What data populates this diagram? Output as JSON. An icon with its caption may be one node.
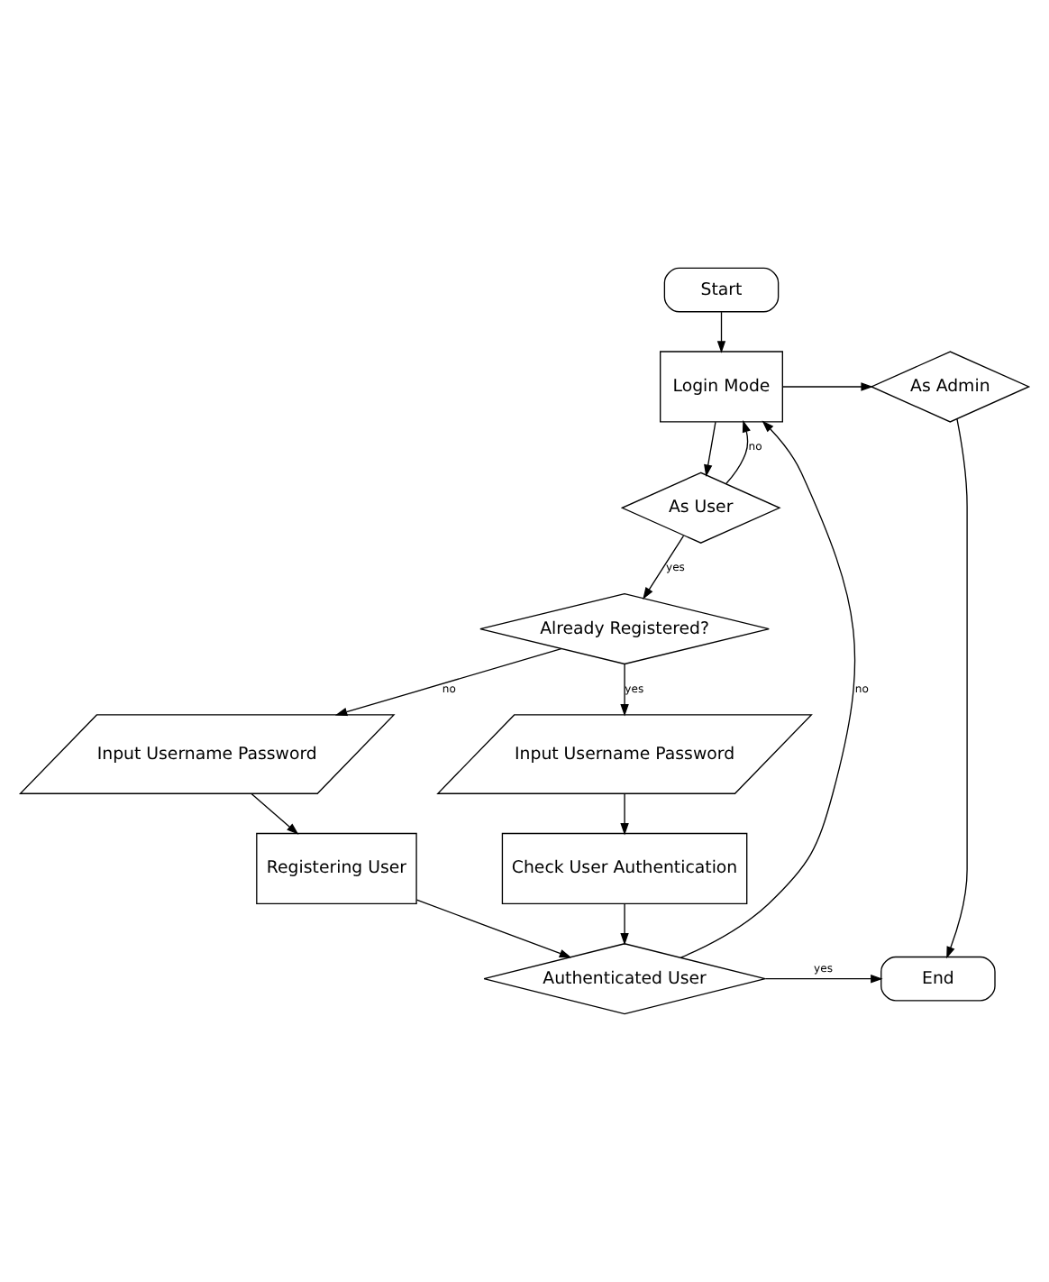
{
  "diagram": {
    "nodes": [
      {
        "text": [
          "Start"
        ]
      },
      {
        "text": [
          "Login Mode"
        ]
      },
      {
        "text": [
          "As Admin"
        ]
      },
      {
        "text": [
          "As User"
        ]
      },
      {
        "text": [
          "Already Registered?"
        ]
      },
      {
        "text": [
          "Input Username Password"
        ]
      },
      {
        "text": [
          "Input Username Password"
        ]
      },
      {
        "text": [
          "Registering User"
        ]
      },
      {
        "text": [
          "Check User Authentication"
        ]
      },
      {
        "text": [
          "Authenticated User"
        ]
      },
      {
        "text": [
          "End"
        ]
      }
    ],
    "edges": [
      {
        "from": 0,
        "to": 1,
        "arrow": "to"
      },
      {
        "from": 1,
        "to": 2,
        "arrow": "to"
      },
      {
        "from": 1,
        "to": 3,
        "arrow": "to"
      },
      {
        "from": 3,
        "to": 1,
        "arrow": "to",
        "label": "no"
      },
      {
        "from": 3,
        "to": 4,
        "arrow": "to",
        "label": "yes"
      },
      {
        "from": 4,
        "to": 5,
        "arrow": "to",
        "label": "no"
      },
      {
        "from": 4,
        "to": 6,
        "arrow": "to",
        "label": "yes"
      },
      {
        "from": 5,
        "to": 7,
        "arrow": "to"
      },
      {
        "from": 6,
        "to": 8,
        "arrow": "to"
      },
      {
        "from": 7,
        "to": 9,
        "arrow": "to"
      },
      {
        "from": 8,
        "to": 9,
        "arrow": "to"
      },
      {
        "from": 9,
        "to": 1,
        "arrow": "to",
        "label": "no"
      },
      {
        "from": 9,
        "to": 10,
        "arrow": "to",
        "label": "yes"
      },
      {
        "from": 2,
        "to": 10,
        "arrow": "to"
      }
    ]
  }
}
